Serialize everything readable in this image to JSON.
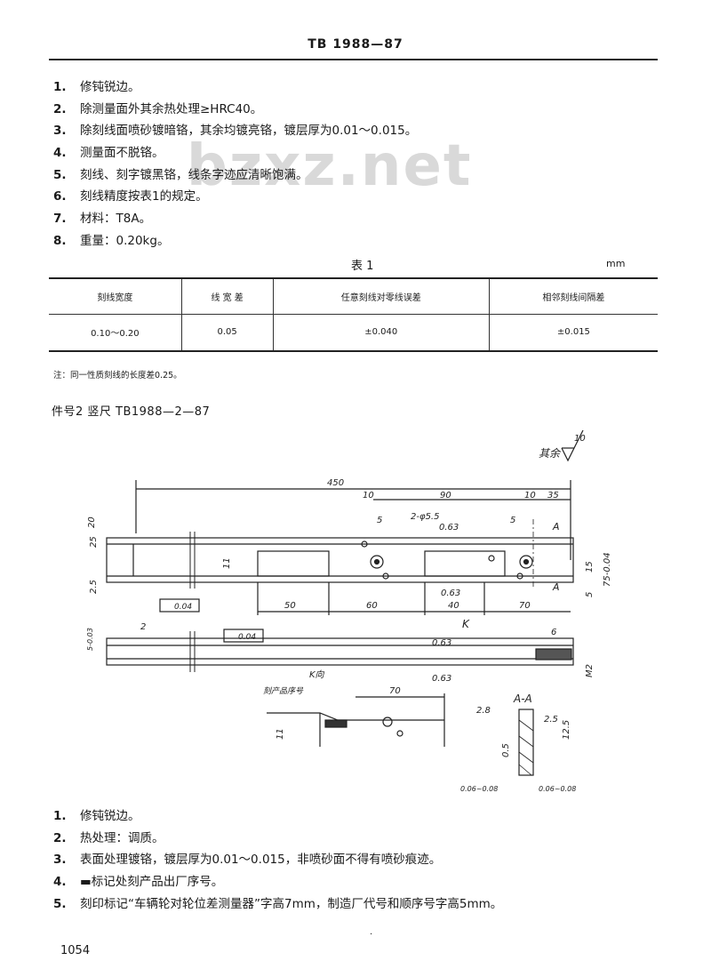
{
  "header": "TB 1988—87",
  "watermark": "bzxz.net",
  "notes_top": [
    {
      "num": "1.",
      "text": "修钝锐边。"
    },
    {
      "num": "2.",
      "text": "除测量面外其余热处理≥HRC40。"
    },
    {
      "num": "3.",
      "text": "除刻线面喷砂镀暗铬，其余均镀亮铬，镀层厚为0.01～0.015。"
    },
    {
      "num": "4.",
      "text": "测量面不脱铬。"
    },
    {
      "num": "5.",
      "text": "刻线、刻字镀黑铬，线条字迹应清晰饱满。"
    },
    {
      "num": "6.",
      "text": "刻线精度按表1的规定。"
    },
    {
      "num": "7.",
      "text": "材料：T8A。"
    },
    {
      "num": "8.",
      "text": "重量：0.20kg。"
    }
  ],
  "table1": {
    "caption": "表 1",
    "unit": "mm",
    "headers": [
      "刻线宽度",
      "线 宽 差",
      "任意刻线对零线误差",
      "相邻刻线间隔差"
    ],
    "rows": [
      [
        "0.10～0.20",
        "0.05",
        "±0.040",
        "±0.015"
      ]
    ],
    "note": "注：同一性质刻线的长度差0.25。"
  },
  "part_title": "件号2  竖尺  TB1988—2—87",
  "drawing": {
    "rest_label": "其余",
    "rest_rough": "10",
    "dims": {
      "overall": "450",
      "d10a": "10",
      "d90": "90",
      "d10b": "10",
      "d35": "35",
      "d5a": "5",
      "d5b": "5",
      "holes": "2-φ5.5",
      "r063": "0.63",
      "sec": "A",
      "d25a": "25",
      "d25b": "2.5",
      "d20": "20",
      "d15": "15",
      "tol": "75-0.04",
      "d5c": "5",
      "d11": "11",
      "d50": "50",
      "d60": "60",
      "d40": "40",
      "d70": "70",
      "flat": "0.04",
      "flat2": "0.04",
      "k": "K",
      "d2": "2",
      "d6": "6",
      "m2": "M2",
      "side_tol": "5-0.03",
      "kview": "K向",
      "label_mark": "刻产品序号",
      "d70b": "70",
      "d11b": "11",
      "aa": "A-A",
      "d25c": "2.5",
      "d125": "12.5",
      "d05": "0.5",
      "r1": "0.06~0.08",
      "r2": "0.06~0.08",
      "d2_8": "2.8"
    }
  },
  "notes_bottom": [
    {
      "num": "1.",
      "text": "修钝锐边。"
    },
    {
      "num": "2.",
      "text": "热处理：调质。"
    },
    {
      "num": "3.",
      "text": "表面处理镀铬，镀层厚为0.01～0.015，非喷砂面不得有喷砂痕迹。"
    },
    {
      "num": "4.",
      "text": "▬标记处刻产品出厂序号。"
    },
    {
      "num": "5.",
      "text": "刻印标记“车辆轮对轮位差测量器”字高7mm，制造厂代号和顺序号字高5mm。"
    }
  ],
  "page_number": "1054",
  "center_mark": "·"
}
